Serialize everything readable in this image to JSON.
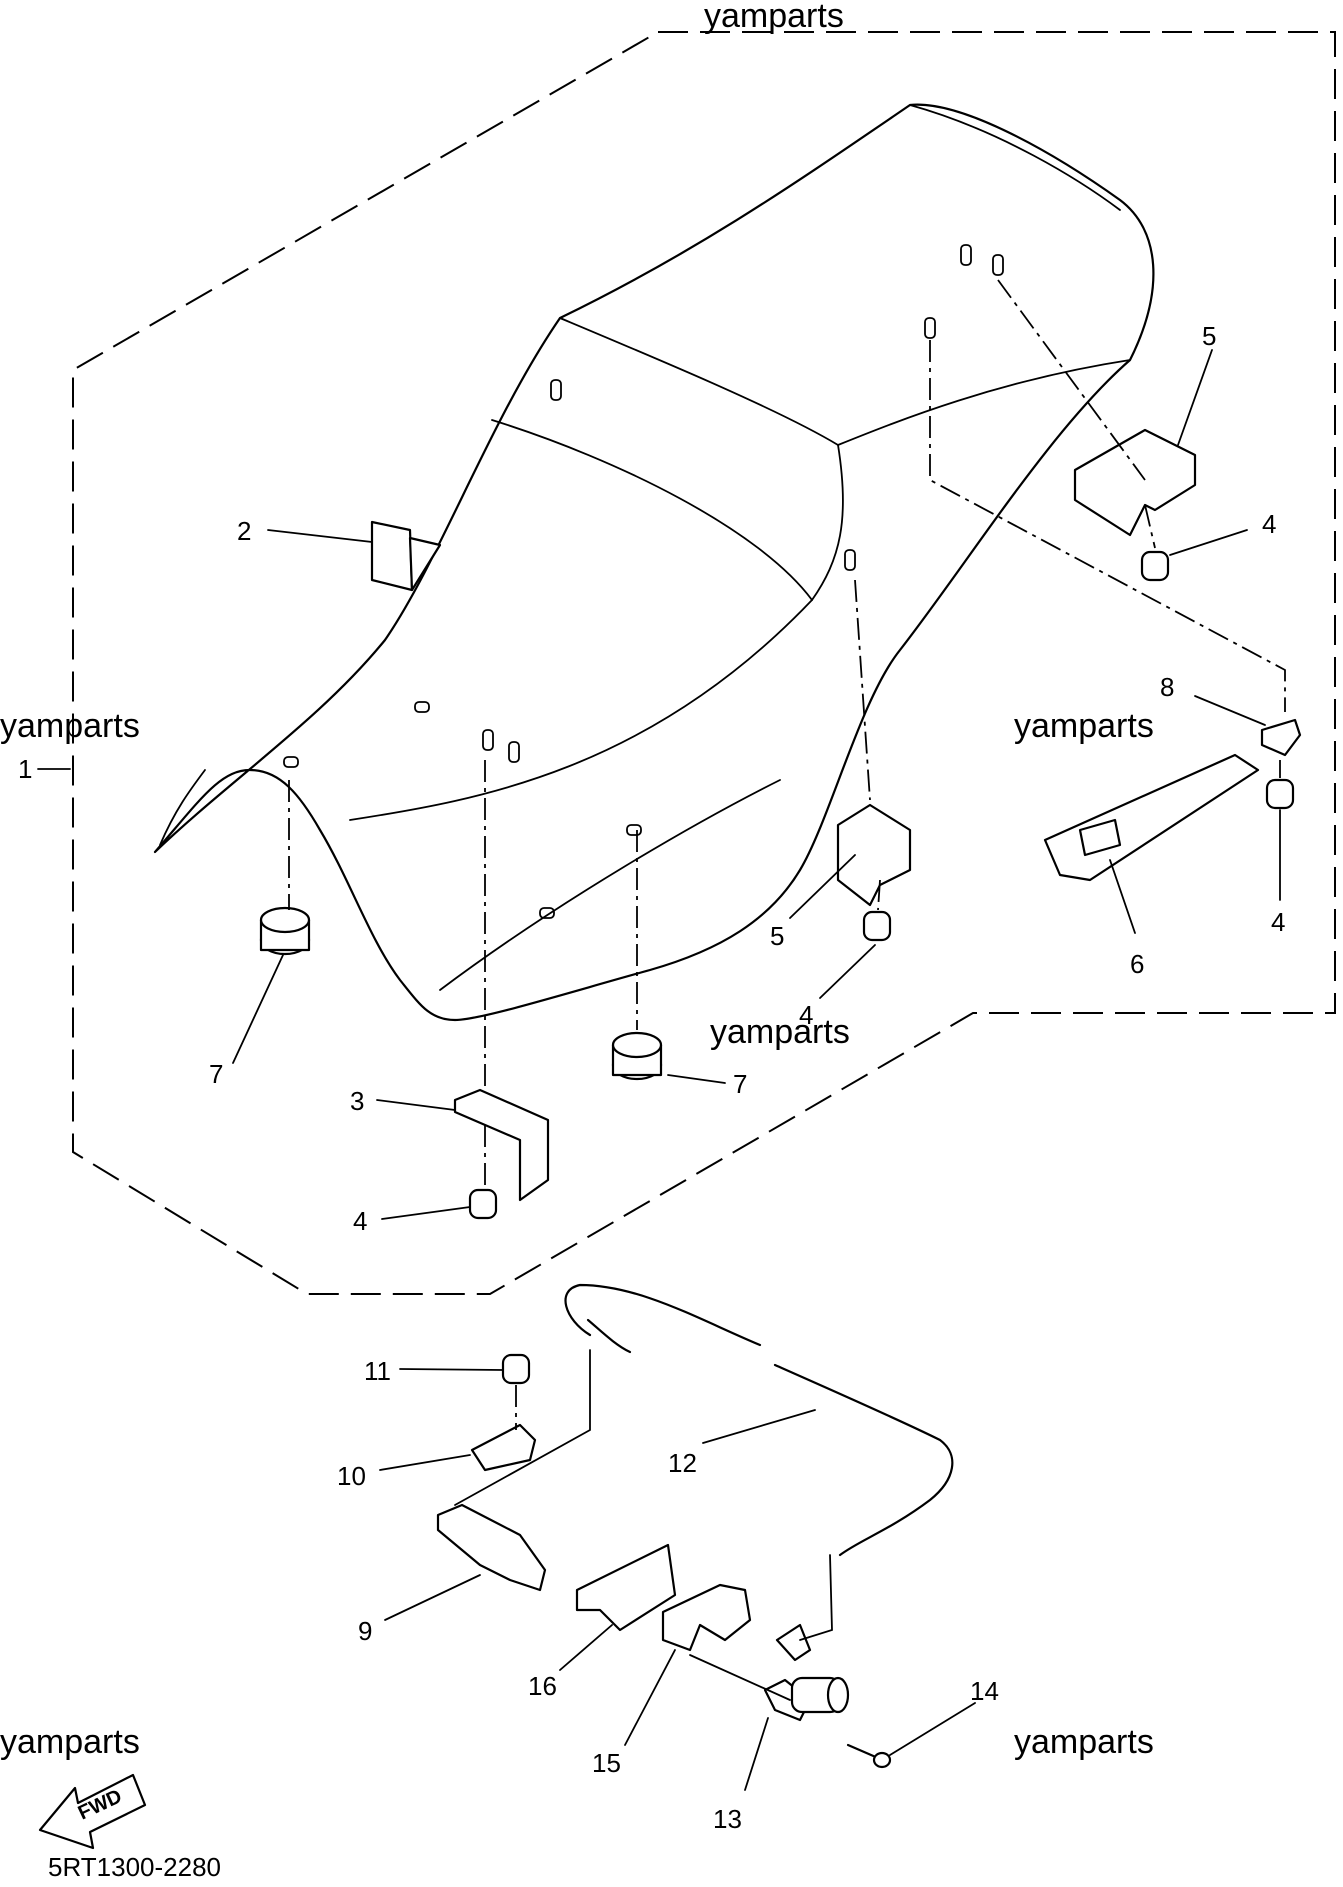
{
  "watermarks": {
    "top": "yamparts",
    "left": "yamparts",
    "right": "yamparts",
    "middle": "yamparts",
    "bottom_left": "yamparts",
    "bottom_right": "yamparts"
  },
  "callouts": {
    "c1": "1",
    "c2": "2",
    "c3": "3",
    "c4a": "4",
    "c4b": "4",
    "c4c": "4",
    "c4d": "4",
    "c5a": "5",
    "c5b": "5",
    "c6": "6",
    "c7a": "7",
    "c7b": "7",
    "c8": "8",
    "c9": "9",
    "c10": "10",
    "c11": "11",
    "c12": "12",
    "c13": "13",
    "c14": "14",
    "c15": "15",
    "c16": "16"
  },
  "fwd_label": "FWD",
  "diagram_code": "5RT1300-2280"
}
